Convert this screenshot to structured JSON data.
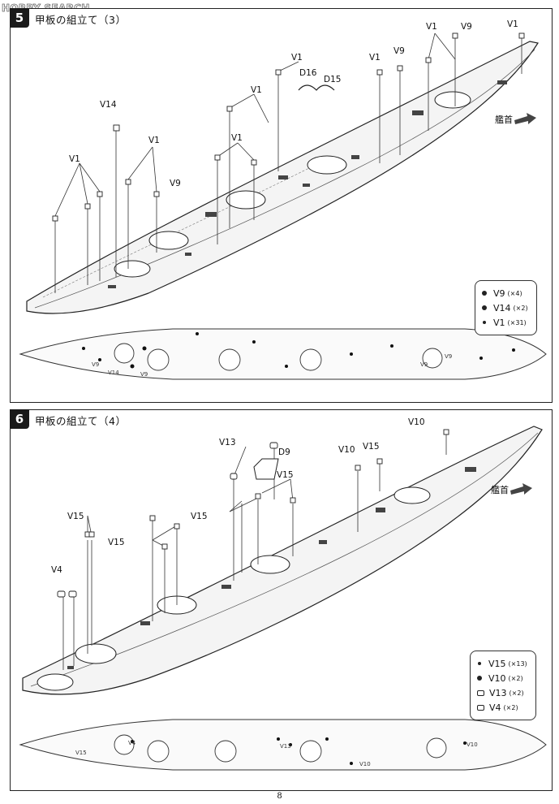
{
  "watermark": "HOBBY SEARCH",
  "page_number": "8",
  "bow_label": "艦首",
  "steps": [
    {
      "number": "5",
      "title": "甲板の組立て（3）",
      "callouts": [
        "V1",
        "V14",
        "V1",
        "V9",
        "V1",
        "V1",
        "V1",
        "D16",
        "D15",
        "V1",
        "V9",
        "V1",
        "V9",
        "V1"
      ],
      "plan_labels": [
        "V9",
        "V14",
        "V9",
        "V9",
        "V9"
      ],
      "legend": [
        {
          "part": "V9",
          "qty": "(×4)",
          "icon": "dot"
        },
        {
          "part": "V14",
          "qty": "(×2)",
          "icon": "dot"
        },
        {
          "part": "V1",
          "qty": "(×31)",
          "icon": "dot-small"
        }
      ]
    },
    {
      "number": "6",
      "title": "甲板の組立て（4）",
      "callouts": [
        "V13",
        "D9",
        "V10",
        "V15",
        "V10",
        "V15",
        "V15",
        "V15",
        "V15",
        "V4"
      ],
      "plan_labels": [
        "V4",
        "V15",
        "V13",
        "V10",
        "V10"
      ],
      "legend": [
        {
          "part": "V15",
          "qty": "(×13)",
          "icon": "dot-small"
        },
        {
          "part": "V10",
          "qty": "(×2)",
          "icon": "dot"
        },
        {
          "part": "V13",
          "qty": "(×2)",
          "icon": "part"
        },
        {
          "part": "V4",
          "qty": "(×2)",
          "icon": "part"
        }
      ]
    }
  ]
}
